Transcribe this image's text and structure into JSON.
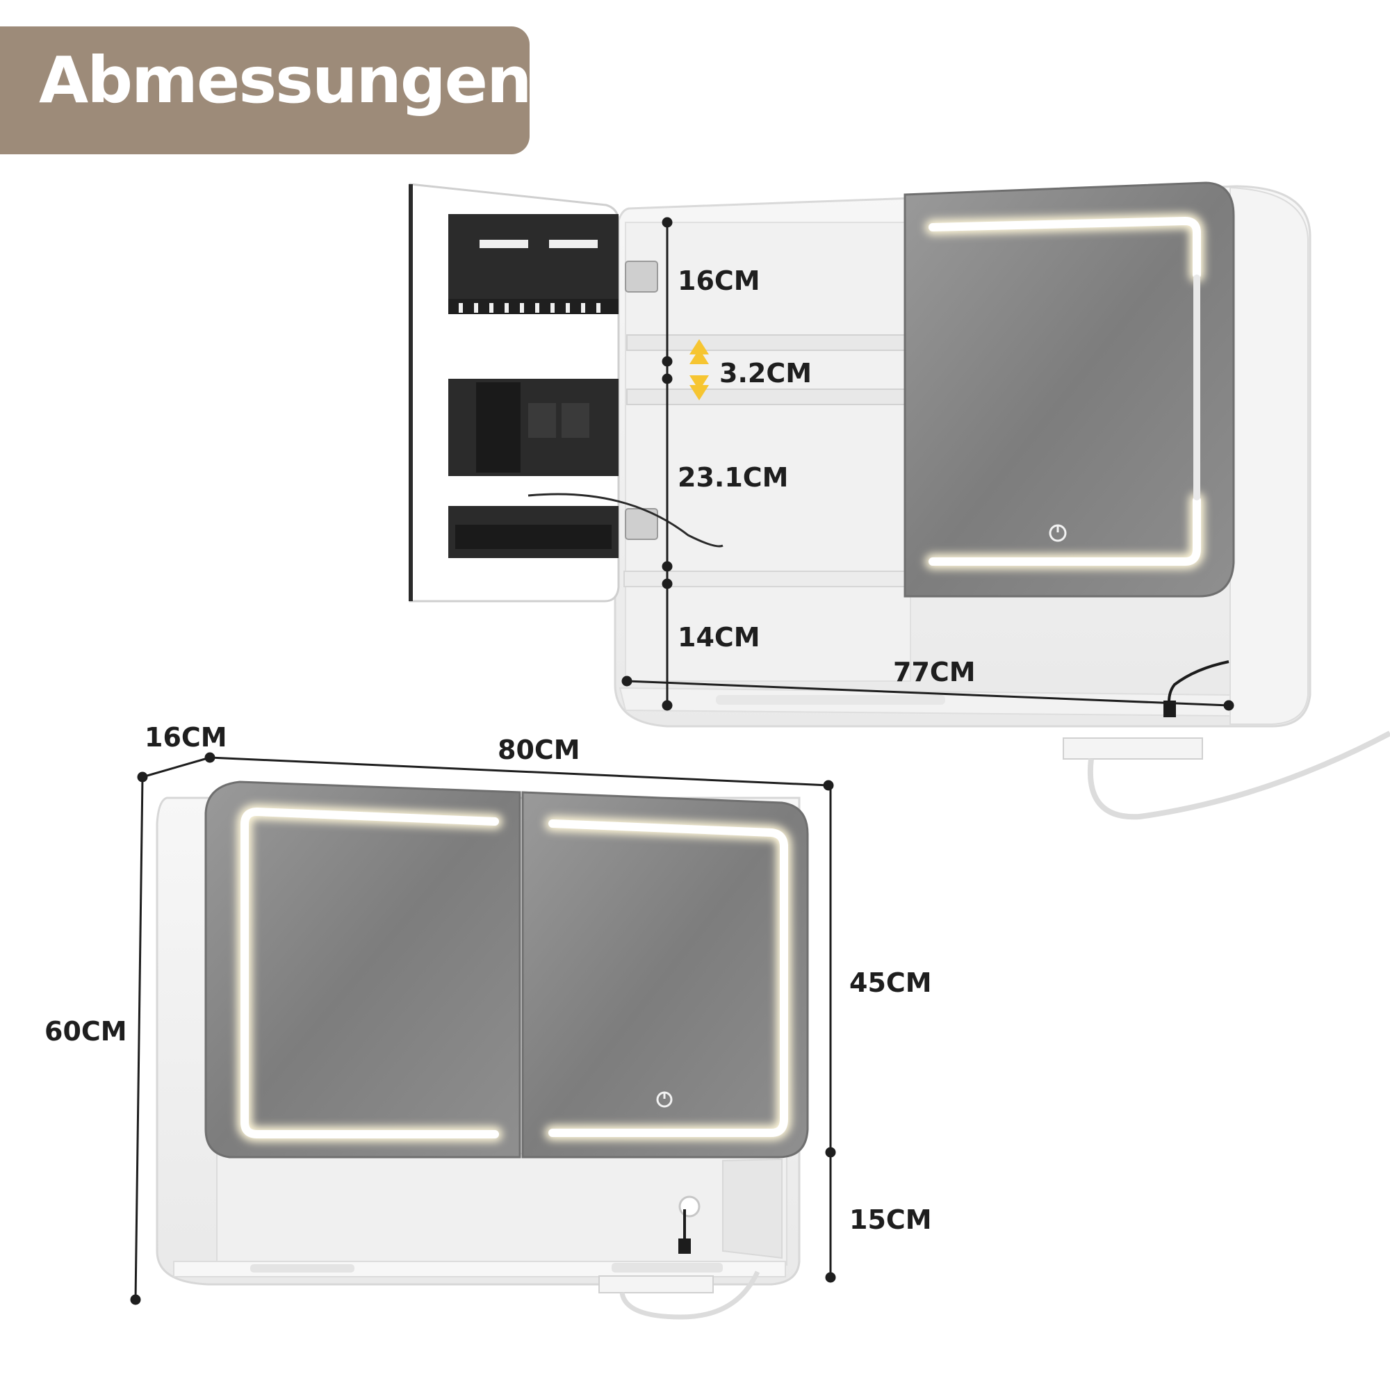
{
  "title": "Abmessungen",
  "colors": {
    "banner": "#9d8b79",
    "mirror": "#8a8a8a",
    "led": "#fffbe8",
    "organizer": "#2b2b2b",
    "shelf-arrow": "#f6c531"
  },
  "dimensions": {
    "top_section": "16CM",
    "shelf_gap": "3.2CM",
    "middle_section": "23.1CM",
    "bottom_shelf": "14CM",
    "inner_width": "77CM",
    "depth": "16CM",
    "width": "80CM",
    "height": "60CM",
    "mirror_height": "45CM",
    "open_shelf_height": "15CM"
  },
  "icons": [
    "power-button-icon",
    "arrow-up-icon",
    "arrow-down-icon",
    "hinge-icon",
    "power-cable-icon"
  ]
}
